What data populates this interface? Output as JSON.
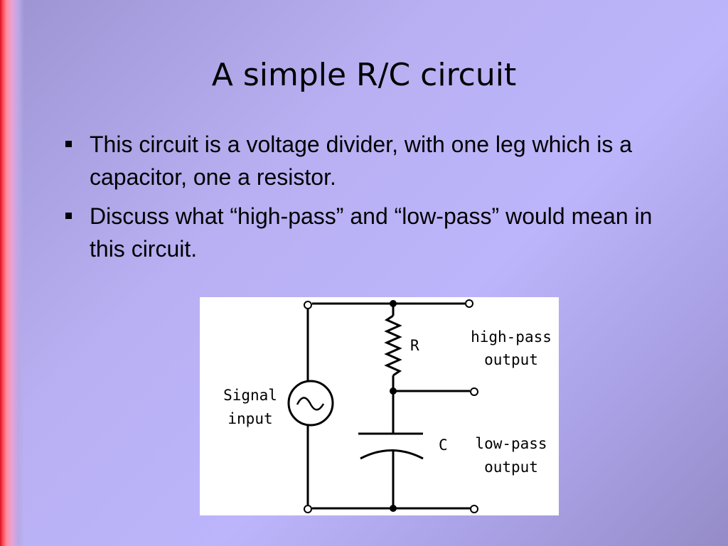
{
  "slide": {
    "title": "A simple R/C circuit",
    "bullets": [
      "This circuit is a voltage divider, with one leg which is a capacitor, one a resistor.",
      "Discuss what “high-pass” and “low-pass” would mean in this circuit."
    ]
  },
  "diagram": {
    "labels": {
      "resistor": "R",
      "capacitor": "C",
      "source_line1": "Signal",
      "source_line2": "input",
      "highpass_line1": "high-pass",
      "highpass_line2": "output",
      "lowpass_line1": "low-pass",
      "lowpass_line2": "output"
    },
    "colors": {
      "background": "#ffffff",
      "wire": "#000000"
    }
  }
}
